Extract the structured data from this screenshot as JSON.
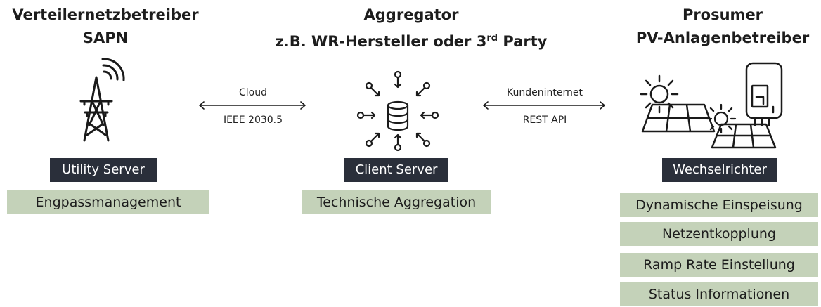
{
  "utility": {
    "title_line1": "Verteilernetzbetreiber",
    "title_line2": "SAPN",
    "server_label": "Utility Server",
    "functions": [
      "Engpassmanagement"
    ]
  },
  "aggregator": {
    "title_line1": "Aggregator",
    "title_line2_prefix": "z.B. WR-Hersteller oder 3",
    "title_line2_sup": "rd",
    "title_line2_suffix": " Party",
    "server_label": "Client Server",
    "functions": [
      "Technische Aggregation"
    ]
  },
  "prosumer": {
    "title_line1": "Prosumer",
    "title_line2": "PV-Anlagenbetreiber",
    "server_label": "Wechselrichter",
    "functions": [
      "Dynamische Einspeisung",
      "Netzentkopplung",
      "Ramp Rate Einstellung",
      "Status Informationen"
    ]
  },
  "connections": {
    "left_top": "Cloud",
    "left_bottom": "IEEE 2030.5",
    "right_top": "Kundeninternet",
    "right_bottom": "REST API"
  },
  "icons": [
    "transmission-tower-icon",
    "database-hub-icon",
    "sun-icon",
    "solar-panel-icon",
    "inverter-icon"
  ],
  "colors": {
    "dark_label": "#2a2f3a",
    "green_label": "#c4d2b9"
  }
}
